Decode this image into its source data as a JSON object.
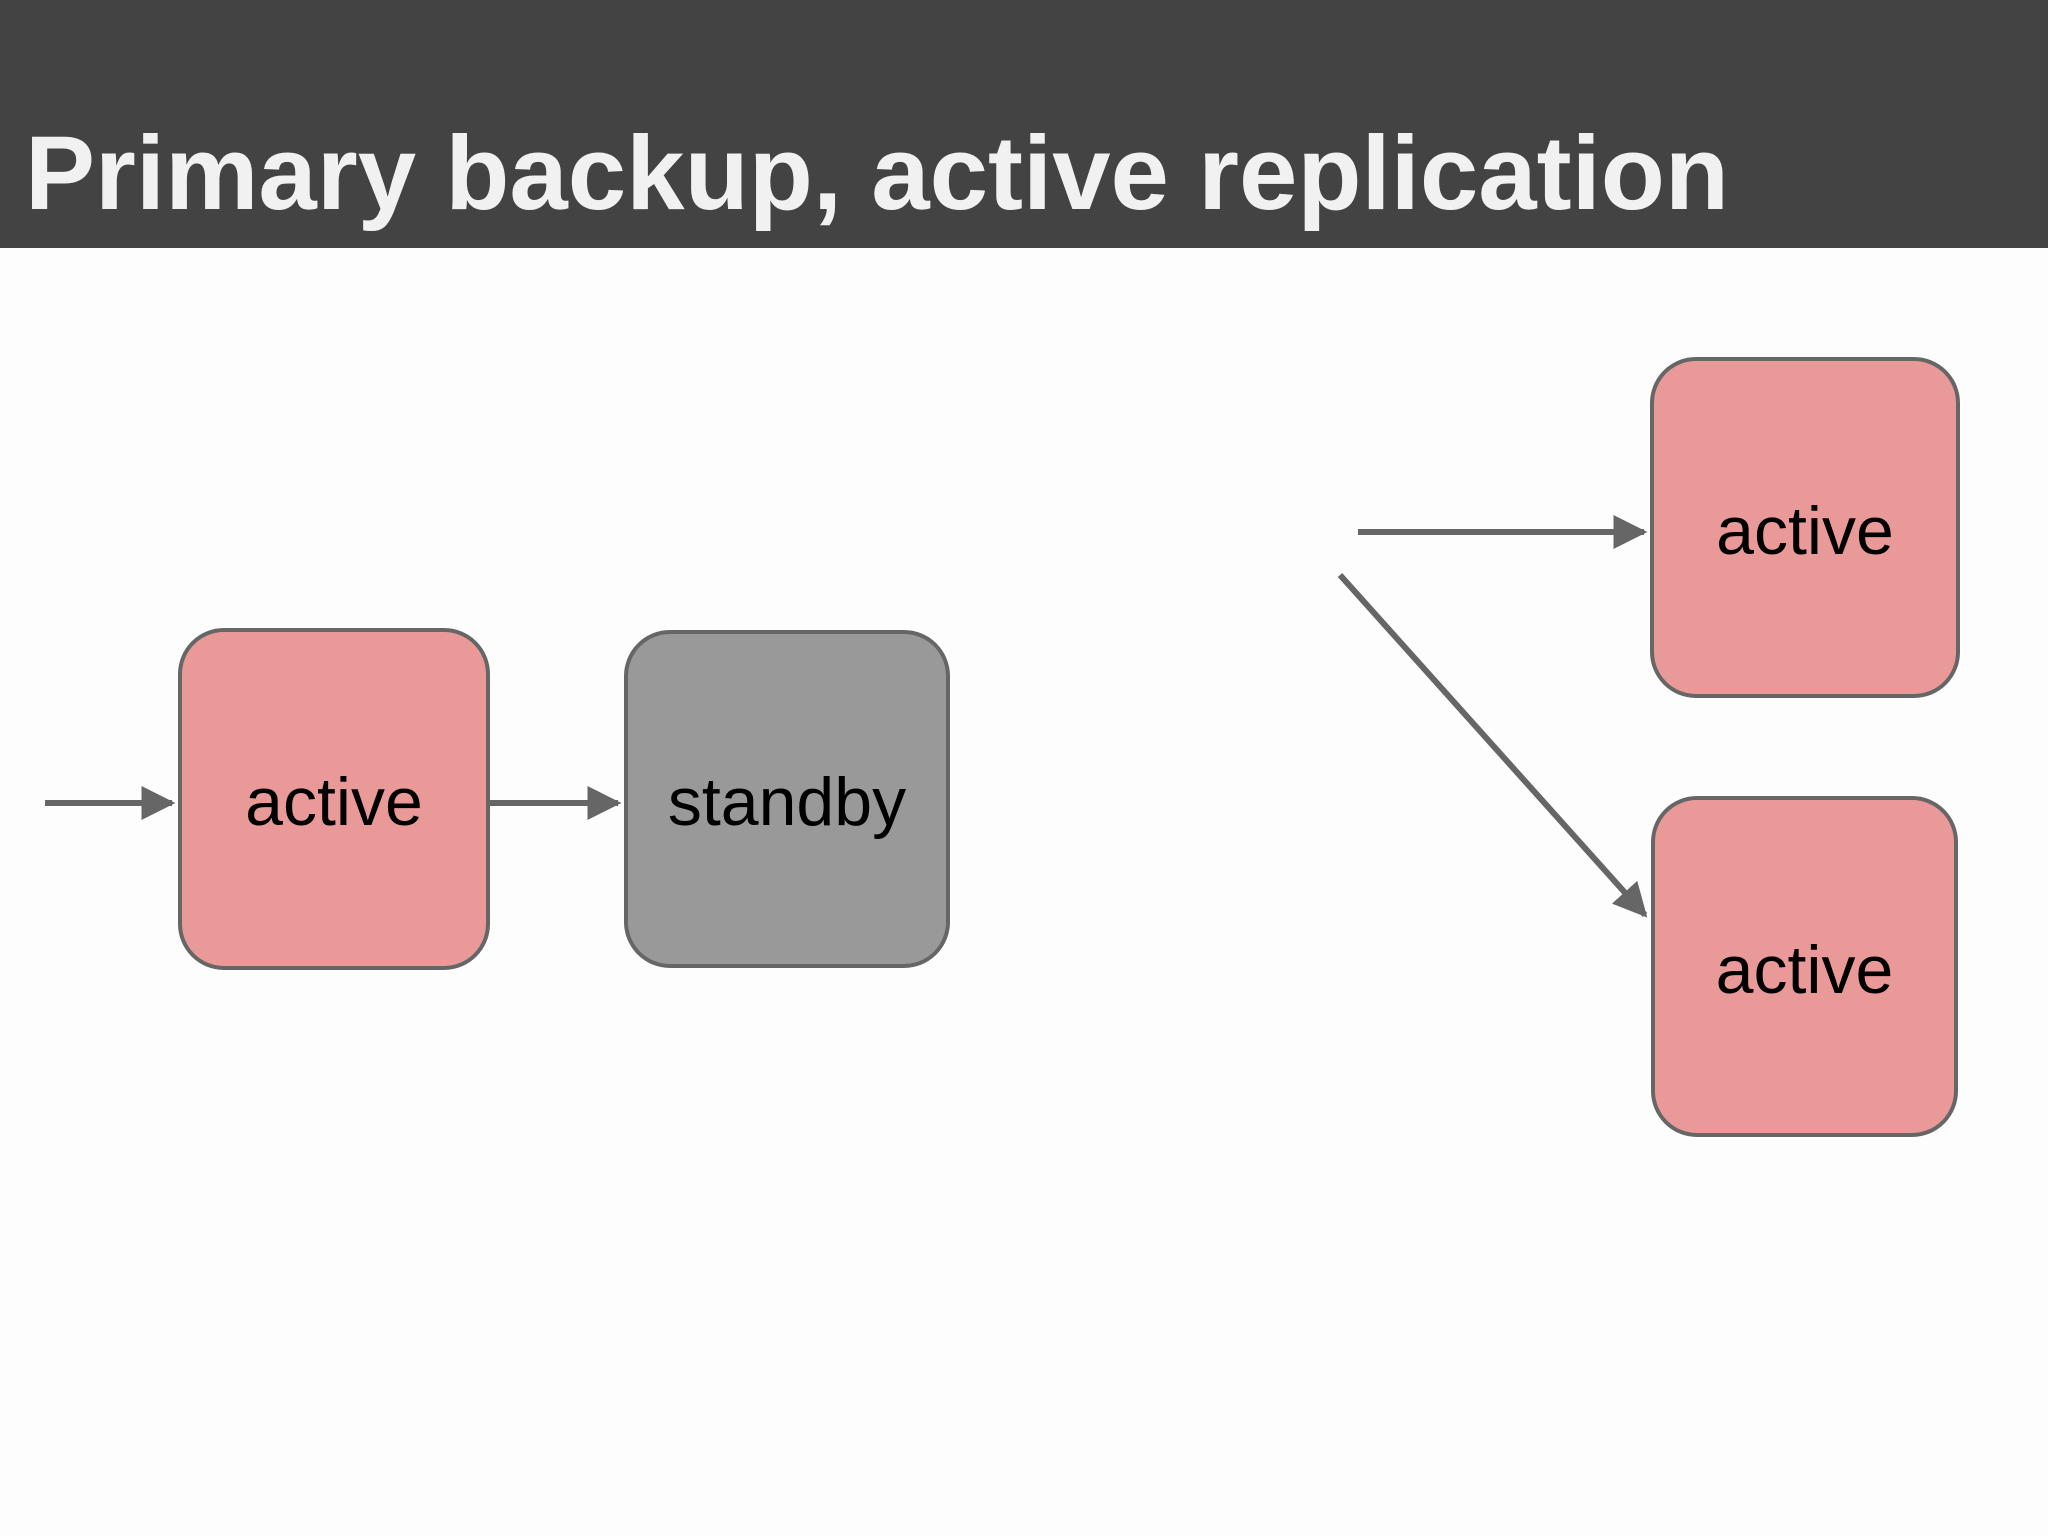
{
  "slide": {
    "title": "Primary backup, active replication"
  },
  "colors": {
    "header_bg": "#434343",
    "title_text": "#f1f1f1",
    "slide_bg": "#fdfdfd",
    "active_fill": "#ea9999",
    "standby_fill": "#999999",
    "node_border": "#666666",
    "arrow": "#666666",
    "node_label": "#000000"
  },
  "diagram": {
    "left_group": {
      "scheme": "primary backup",
      "nodes": [
        {
          "id": "primary-active",
          "label": "active",
          "role": "active"
        },
        {
          "id": "backup-standby",
          "label": "standby",
          "role": "standby"
        }
      ]
    },
    "right_group": {
      "scheme": "active replication",
      "nodes": [
        {
          "id": "replica-active-top",
          "label": "active",
          "role": "active"
        },
        {
          "id": "replica-active-bottom",
          "label": "active",
          "role": "active"
        }
      ]
    }
  }
}
